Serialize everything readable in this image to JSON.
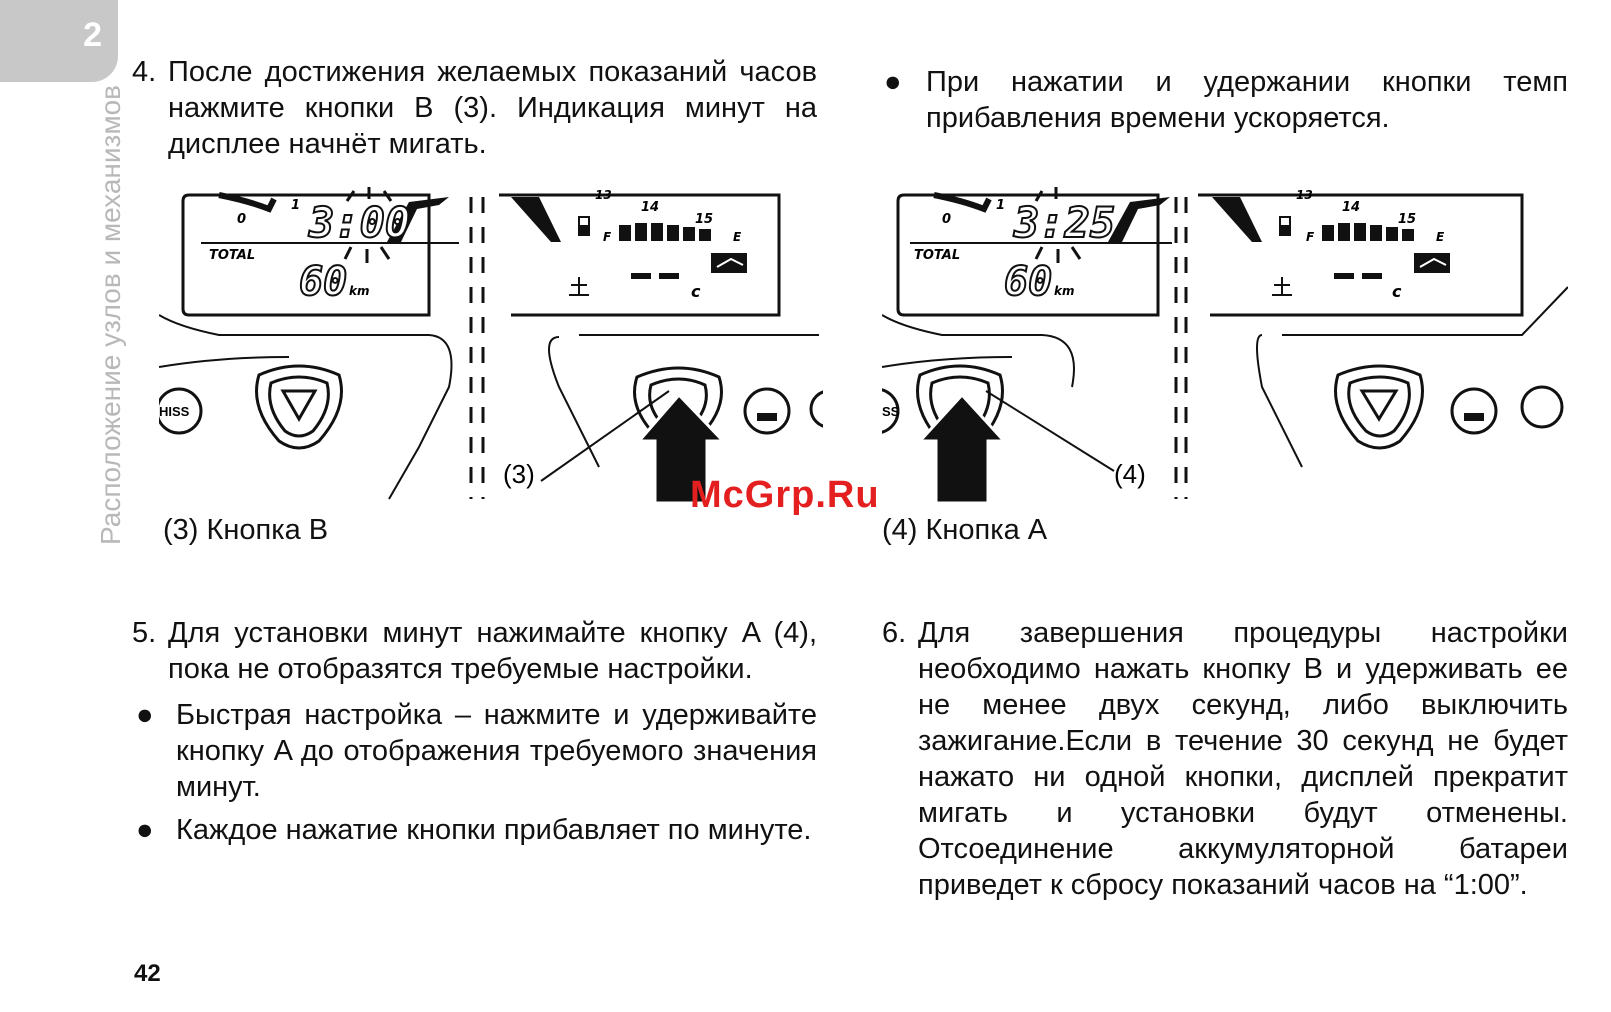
{
  "tab": {
    "chapter": "2"
  },
  "side_title": "Расположение узлов и механизмов",
  "step4": {
    "num": "4.",
    "text": "После достижения желаемых показаний часов нажмите кнопки B (3). Индикация минут на дисплее начнёт мигать."
  },
  "bullet_top": {
    "text": "При нажатии и удержании кнопки темп прибавления времени ускоряется."
  },
  "figure_left": {
    "clock": "3:00",
    "total_label": "TOTAL",
    "odo": "60",
    "odo_unit": "km",
    "tick0": "0",
    "tick1": "1",
    "tick13": "13",
    "tick14": "14",
    "tick15": "15",
    "fuel_f": "F",
    "fuel_e": "E",
    "temp_unit": "c",
    "hiss": "HISS",
    "callout": "(3)",
    "caption": "(3) Кнопка B"
  },
  "figure_right": {
    "clock": "3:25",
    "total_label": "TOTAL",
    "odo": "60",
    "odo_unit": "km",
    "tick0": "0",
    "tick1": "1",
    "tick13": "13",
    "tick14": "14",
    "tick15": "15",
    "fuel_f": "F",
    "fuel_e": "E",
    "temp_unit": "c",
    "hiss": "SS",
    "callout": "(4)",
    "caption": "(4) Кнопка A"
  },
  "step5": {
    "num": "5.",
    "text": "Для установки минут нажимайте кнопку A (4), пока не отобразятся требуемые настройки."
  },
  "bullet5a": {
    "text": "Быстрая настройка – нажмите и удерживайте кнопку A до отображения требуемого значения минут."
  },
  "bullet5b": {
    "text": "Каждое нажатие кнопки прибавляет по минуте."
  },
  "step6": {
    "num": "6.",
    "text": "Для завершения процедуры настройки необходимо нажать кнопку B и удерживать ее не менее двух секунд, либо выключить зажигание.Если в течение 30 секунд не будет нажато ни одной кнопки, дисплей прекратит мигать и установки будут отменены. Отсоединение аккумуляторной батареи приведет к сбросу показаний часов на “1:00”."
  },
  "watermark": "McGrp.Ru",
  "page_number": "42"
}
